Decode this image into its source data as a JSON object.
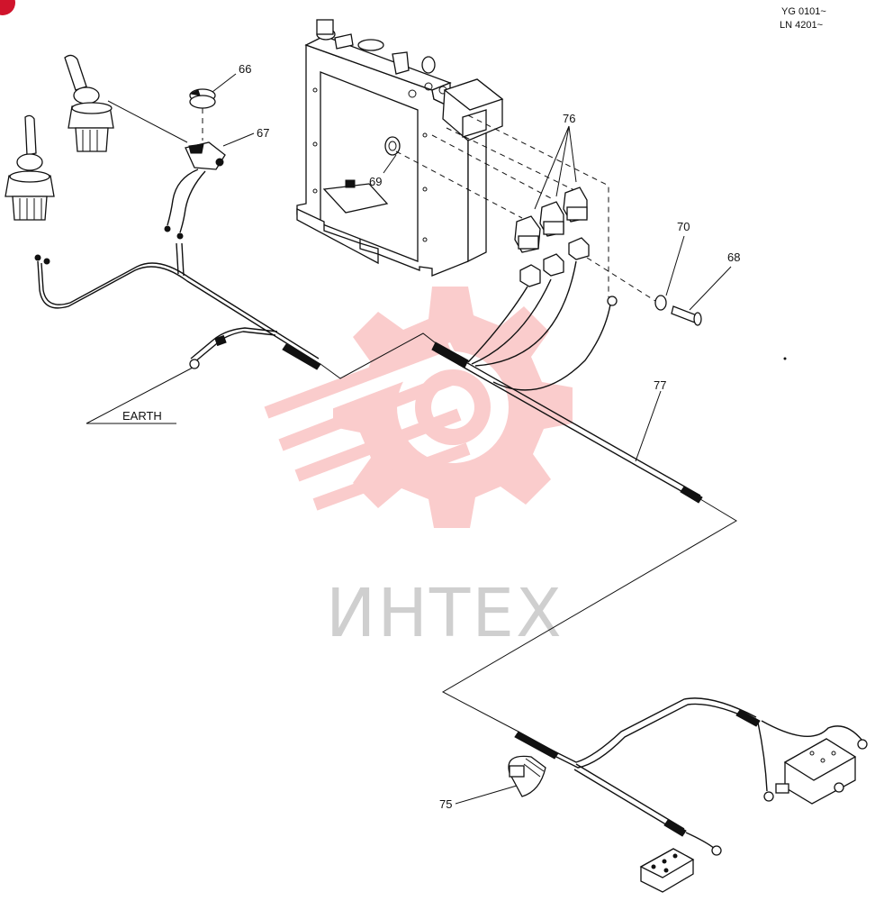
{
  "header": {
    "serial_yg": "YG 0101~",
    "serial_ln": "LN 4201~"
  },
  "labels": {
    "earth": "EARTH"
  },
  "callouts": {
    "c66": "66",
    "c67": "67",
    "c69": "69",
    "c70": "70",
    "c68": "68",
    "c76": "76",
    "c77": "77",
    "c75": "75"
  },
  "watermark": {
    "text": "ИНТЕХ",
    "color": "#f5b5b5"
  },
  "colors": {
    "ink": "#111111",
    "corner_badge": "#d0142c"
  }
}
